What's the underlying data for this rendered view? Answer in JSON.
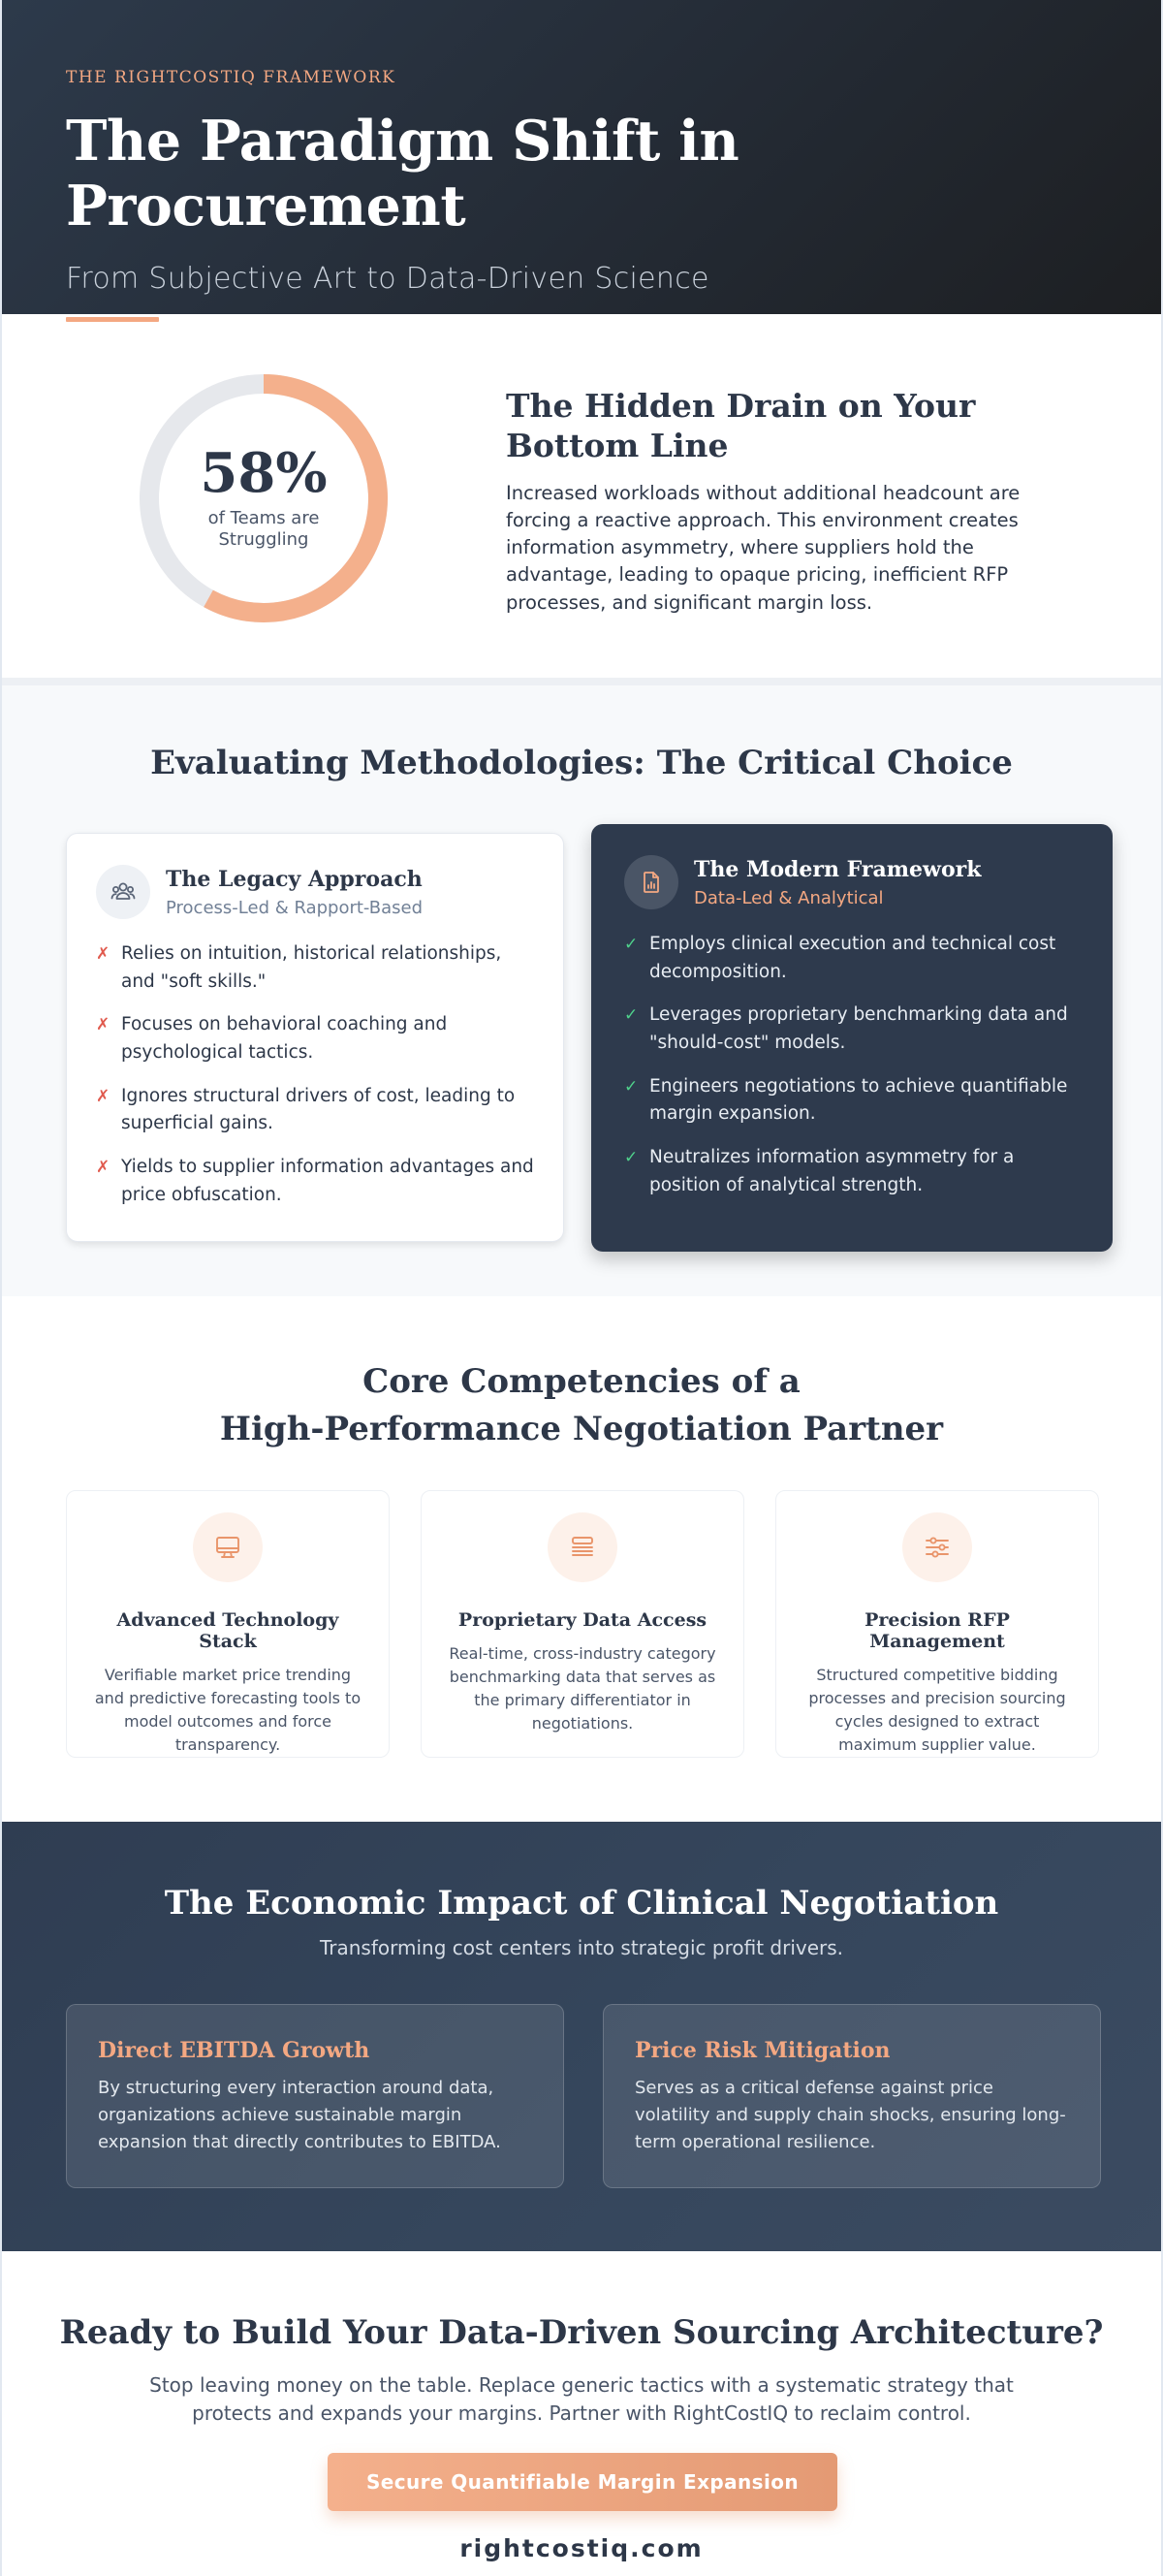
{
  "hero": {
    "eyebrow": "THE RIGHTCOSTIQ FRAMEWORK",
    "title": "The Paradigm Shift in Procurement",
    "subtitle": "From Subjective Art to Data-Driven Science"
  },
  "stat": {
    "value": "58%",
    "percent": 58,
    "label": "of Teams are Struggling",
    "title": "The Hidden Drain on Your Bottom Line",
    "body": "Increased workloads without additional headcount are forcing a reactive approach. This environment creates information asymmetry, where suppliers hold the advantage, leading to opaque pricing, inefficient RFP processes, and significant margin loss."
  },
  "methods": {
    "title": "Evaluating Methodologies: The Critical Choice",
    "legacy": {
      "icon": "users-icon",
      "title": "The Legacy Approach",
      "subtitle": "Process-Led & Rapport-Based",
      "mark": "✗",
      "bullets": [
        "Relies on intuition, historical relationships, and \"soft skills.\"",
        "Focuses on behavioral coaching and psychological tactics.",
        "Ignores structural drivers of cost, leading to superficial gains.",
        "Yields to supplier information advantages and price obfuscation."
      ]
    },
    "modern": {
      "icon": "document-chart-icon",
      "title": "The Modern Framework",
      "subtitle": "Data-Led & Analytical",
      "mark": "✓",
      "bullets": [
        "Employs clinical execution and technical cost decomposition.",
        "Leverages proprietary benchmarking data and \"should-cost\" models.",
        "Engineers negotiations to achieve quantifiable margin expansion.",
        "Neutralizes information asymmetry for a position of analytical strength."
      ]
    }
  },
  "competencies": {
    "title_line1": "Core Competencies of a",
    "title_line2": "High-Performance Negotiation Partner",
    "items": [
      {
        "icon": "desktop-icon",
        "title": "Advanced Technology Stack",
        "body": "Verifiable market price trending and predictive forecasting tools to model outcomes and force transparency."
      },
      {
        "icon": "database-icon",
        "title": "Proprietary Data Access",
        "body": "Real-time, cross-industry category benchmarking data that serves as the primary differentiator in negotiations."
      },
      {
        "icon": "sliders-icon",
        "title": "Precision RFP Management",
        "body": "Structured competitive bidding processes and precision sourcing cycles designed to extract maximum supplier value."
      }
    ]
  },
  "impact": {
    "title": "The Economic Impact of Clinical Negotiation",
    "subtitle": "Transforming cost centers into strategic profit drivers.",
    "cards": [
      {
        "title": "Direct EBITDA Growth",
        "body": "By structuring every interaction around data, organizations achieve sustainable margin expansion that directly contributes to EBITDA."
      },
      {
        "title": "Price Risk Mitigation",
        "body": "Serves as a critical defense against price volatility and supply chain shocks, ensuring long-term operational resilience."
      }
    ]
  },
  "cta": {
    "title": "Ready to Build Your Data-Driven Sourcing Architecture?",
    "body": "Stop leaving money on the table. Replace generic tactics with a systematic strategy that protects and expands your margins. Partner with RightCostIQ to reclaim control.",
    "button": "Secure Quantifiable Margin Expansion",
    "site": "rightcostiq.com"
  },
  "colors": {
    "accent": "#f4a882",
    "navy": "#2e3a4d",
    "check": "#4fd18b",
    "cross": "#e05a4e",
    "donut_track": "#e6e8ec"
  }
}
